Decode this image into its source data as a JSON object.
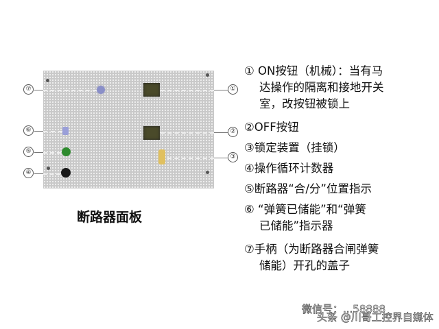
{
  "diagram": {
    "caption": "断路器面板",
    "callout_numbers": [
      "①",
      "②",
      "③",
      "④",
      "⑤",
      "⑥",
      "⑦"
    ],
    "items": [
      {
        "num": "①",
        "lines": [
          "ON按钮（机械）：当有马",
          "达操作的隔离和接地开关",
          "室，改按钮被锁上"
        ]
      },
      {
        "num": "②",
        "lines": [
          "OFF按钮"
        ]
      },
      {
        "num": "③",
        "lines": [
          "锁定装置（挂锁）"
        ]
      },
      {
        "num": "④",
        "lines": [
          "操作循环计数器"
        ]
      },
      {
        "num": "⑤",
        "lines": [
          "断路器“合/分”位置指示"
        ]
      },
      {
        "num": "⑥",
        "lines": [
          "“弹簧已储能”和“弹簧",
          "已储能”指示器"
        ]
      },
      {
        "num": "⑦",
        "lines": [
          "手柄（为断路器合闸弹簧",
          "储能）开孔的盖子"
        ]
      }
    ],
    "colors": {
      "panel": "#c9c9c9",
      "on_off_buttons": "#4a4a2a",
      "indicator_green": "#2e8b2e",
      "counter_black": "#1a1a1a",
      "padlock_yellow": "#e0c060"
    }
  },
  "watermark": {
    "line1": "微信号：...58888",
    "line2": "头条 @川哥工控界自媒体"
  }
}
